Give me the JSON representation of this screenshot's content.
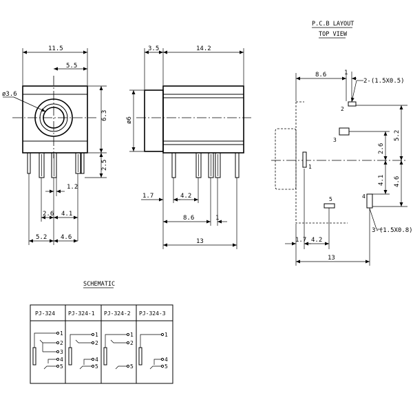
{
  "front_view": {
    "dims": {
      "width": "11.5",
      "offset": "5.5",
      "hole_dia": "ø3.6",
      "height": "6.3",
      "pin_len": "2.5",
      "pin_w": "1.2",
      "p1": "2.6",
      "p2": "4.1",
      "b1": "5.2",
      "b2": "4.6"
    }
  },
  "side_view": {
    "dims": {
      "front": "3.5",
      "body": "14.2",
      "dia": "ø6",
      "off": "1.7",
      "p1": "4.2",
      "p2": "8.6",
      "p3": "1",
      "total": "13"
    }
  },
  "pcb_layout": {
    "title_line1": "P.C.B LAYOUT",
    "title_line2": "TOP VIEW",
    "dims": {
      "x1": "8.6",
      "pad_top": "1",
      "pad1_size": "2-(1.5X0.5)",
      "v1": "5.2",
      "v2": "2.6",
      "v3": "4.1",
      "v4": "4.6",
      "pad2_size": "3-(1.5X0.8)",
      "h1": "1.7",
      "h2": "4.2",
      "total": "13"
    },
    "pins": [
      "1",
      "2",
      "3",
      "4",
      "5"
    ]
  },
  "schematic": {
    "title": "SCHEMATIC",
    "headers": [
      "PJ-324",
      "PJ-324-1",
      "PJ-324-2",
      "PJ-324-3"
    ],
    "pin_labels": [
      "1",
      "2",
      "3",
      "4",
      "5"
    ]
  }
}
